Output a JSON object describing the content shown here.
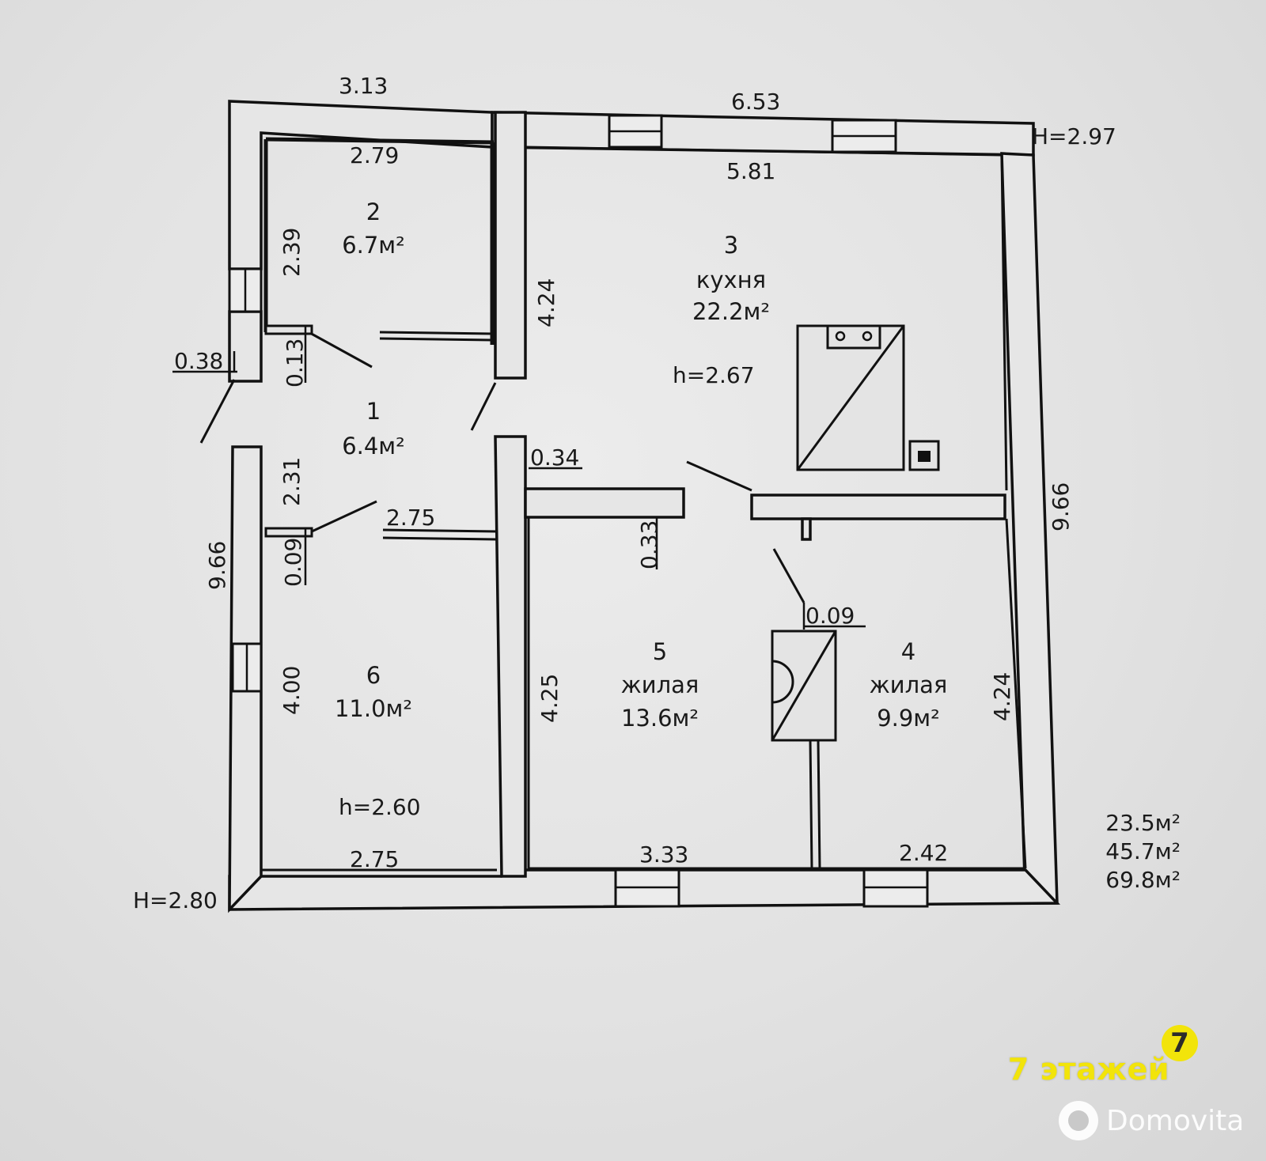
{
  "rooms": [
    {
      "number": "1",
      "name": "",
      "area": "6.4м²"
    },
    {
      "number": "2",
      "name": "",
      "area": "6.7м²"
    },
    {
      "number": "3",
      "name": "кухня",
      "area": "22.2м²"
    },
    {
      "number": "4",
      "name": "жилая",
      "area": "9.9м²"
    },
    {
      "number": "5",
      "name": "жилая",
      "area": "13.6м²"
    },
    {
      "number": "6",
      "name": "",
      "area": "11.0м²"
    }
  ],
  "dimensions": {
    "top_left_outer": "3.13",
    "top_right_outer": "6.53",
    "room2_width": "2.79",
    "room2_height": "2.39",
    "room3_width": "5.81",
    "room3_height": "4.24",
    "wall_0_38": "0.38",
    "door_0_13": "0.13",
    "hall_height": "2.31",
    "hall_width": "2.75",
    "wall_0_34": "0.34",
    "wall_0_33": "0.33",
    "wall_0_09_left": "0.09",
    "wall_0_09_right": "0.09",
    "left_outer": "9.66",
    "right_outer": "9.66",
    "room6_height": "4.00",
    "room6_width": "2.75",
    "room5_height": "4.25",
    "room5_width": "3.33",
    "room4_width": "2.42",
    "room4_height": "4.24"
  },
  "heights": {
    "main_building": "H=2.97",
    "annex": "H=2.80",
    "kitchen_ceiling": "h=2.67",
    "room6_ceiling": "h=2.60"
  },
  "summary": {
    "area_1": "23.5м²",
    "area_2": "45.7м²",
    "total": "69.8м²"
  },
  "branding": {
    "agency_text": "7 этажей",
    "agency_logo_digit": "7",
    "watermark": "Domovita",
    "agency_color": "#f2e40a"
  }
}
